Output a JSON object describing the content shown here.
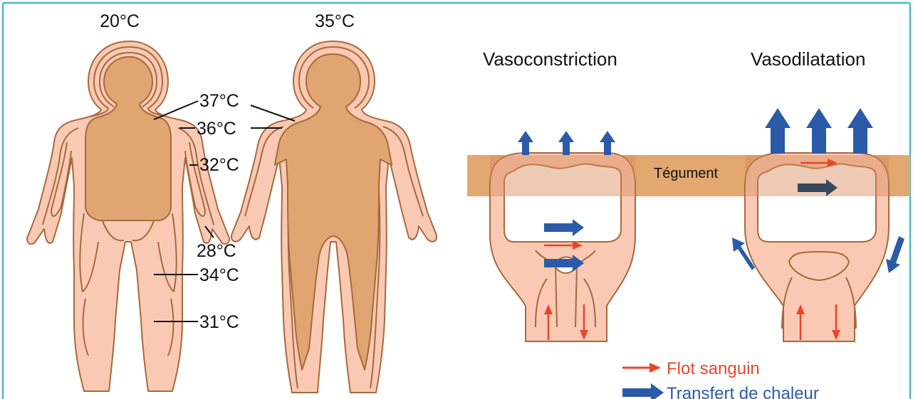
{
  "colors": {
    "frame": "#4fb7bd",
    "skin_light": "#f9c9b4",
    "skin_core": "#e0a571",
    "outline": "#a56a3c",
    "tegument": "#e2a86f",
    "tegument_overlap": "#d9895a",
    "blood_red": "#e8462a",
    "heat_blue": "#2b5ba8",
    "heat_dark": "#34495e"
  },
  "left": {
    "cold_label": "20°C",
    "warm_label": "35°C",
    "temps": [
      "37°C",
      "36°C",
      "32°C",
      "28°C",
      "34°C",
      "31°C"
    ]
  },
  "right": {
    "vasoconstriction_title": "Vasoconstriction",
    "vasodilatation_title": "Vasodilatation",
    "tegument_label": "Tégument"
  },
  "legend": {
    "blood_flow": "Flot sanguin",
    "heat_transfer": "Transfert de chaleur"
  }
}
